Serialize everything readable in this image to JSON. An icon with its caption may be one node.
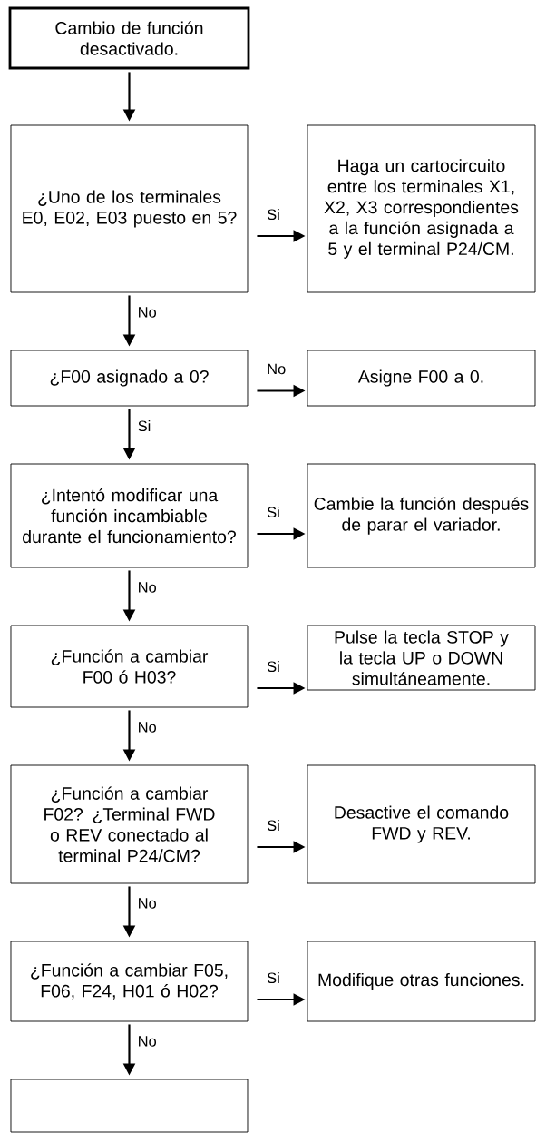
{
  "diagram": {
    "nodes": [
      {
        "text": [
          "Cambio de función desactivado."
        ]
      },
      {
        "text": [
          "¿Uno de los terminales E0, E02, E03 puesto en 5?"
        ]
      },
      {
        "text": [
          "Haga un cartocircuito entre los terminales X1, X2, X3 correspondientes a la función asignada a 5 y el terminal P24/CM."
        ]
      },
      {
        "text": [
          "¿F00 asignado a 0?"
        ]
      },
      {
        "text": [
          "Asigne F00 a 0."
        ]
      },
      {
        "text": [
          "¿Intentó modificar una función incambiable durante el funcionamiento?"
        ]
      },
      {
        "text": [
          "Cambie la función después de parar el variador."
        ]
      },
      {
        "text": [
          "¿Función a cambiar F00 ó H03?"
        ]
      },
      {
        "text": [
          "Pulse la tecla STOP y la tecla UP o DOWN simultáneamente."
        ]
      },
      {
        "text": [
          "¿Función a cambiar F02? ¿Terminal FWD o REV conectado al terminal P24/CM?"
        ]
      },
      {
        "text": [
          "Desactive el comando FWD y REV."
        ]
      },
      {
        "text": [
          "¿Función a cambiar F05, F06, F24, H01 ó H02?"
        ]
      },
      {
        "text": [
          "Modifique otras funciones."
        ]
      },
      {
        "text": [],
        "shape": "box"
      }
    ],
    "edges": [
      {
        "from": 0,
        "to": 1,
        "arrow": "to"
      },
      {
        "from": 1,
        "to": 2,
        "arrow": "to",
        "label": "Si"
      },
      {
        "from": 1,
        "to": 3,
        "arrow": "to",
        "label": "No"
      },
      {
        "from": 3,
        "to": 4,
        "arrow": "to",
        "label": "No"
      },
      {
        "from": 3,
        "to": 5,
        "arrow": "to",
        "label": "Si"
      },
      {
        "from": 5,
        "to": 6,
        "arrow": "to",
        "label": "Si"
      },
      {
        "from": 5,
        "to": 7,
        "arrow": "to",
        "label": "No"
      },
      {
        "from": 7,
        "to": 8,
        "arrow": "to",
        "label": "Si"
      },
      {
        "from": 7,
        "to": 9,
        "arrow": "to",
        "label": "No"
      },
      {
        "from": 9,
        "to": 10,
        "arrow": "to",
        "label": "Si"
      },
      {
        "from": 9,
        "to": 11,
        "arrow": "to",
        "label": "No"
      },
      {
        "from": 11,
        "to": 12,
        "arrow": "to",
        "label": "Si"
      },
      {
        "from": 11,
        "to": 13,
        "arrow": "to",
        "label": "No"
      }
    ]
  }
}
